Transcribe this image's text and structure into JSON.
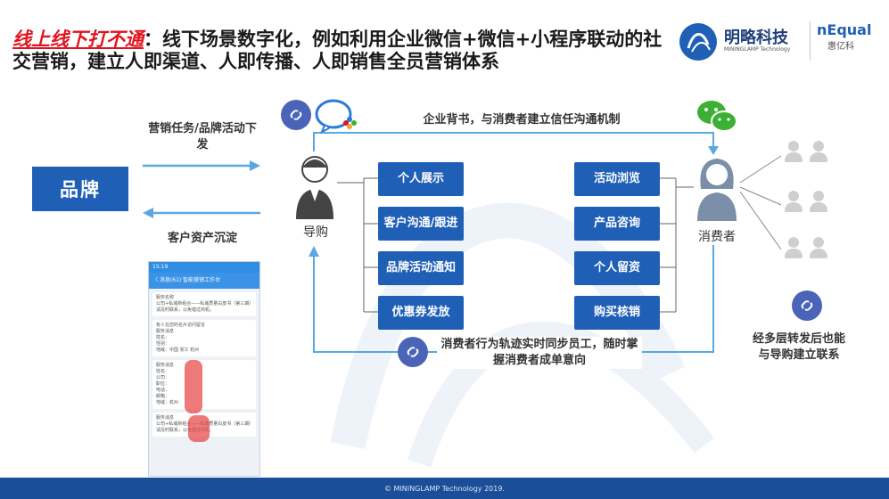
{
  "title": {
    "highlight": "线上线下打不通",
    "rest": "：线下场景数字化，例如利用企业微信+微信+小程序联动的社交营销，建立人即渠道、人即传播、人即销售全员营销体系"
  },
  "logos": {
    "mininglamp_name": "明略科技",
    "mininglamp_sub": "MININGLAMP Technology",
    "nequal_name": "nEqual",
    "nequal_sub": "惠亿科"
  },
  "brand": {
    "label": "品牌"
  },
  "left_flow": {
    "top_label": "营销任务/品牌活动下发",
    "bottom_label": "客户资产沉淀"
  },
  "top_flow": {
    "label": "企业背书，与消费者建立信任沟通机制"
  },
  "guide": {
    "label": "导购"
  },
  "consumer": {
    "label": "消费者"
  },
  "left_buttons": [
    "个人展示",
    "客户沟通/跟进",
    "品牌活动通知",
    "优惠券发放"
  ],
  "right_buttons": [
    "活动浏览",
    "产品咨询",
    "个人留资",
    "购买核销"
  ],
  "bottom_flow": {
    "label": "消费者行为轨迹实时同步员工，随时掌握消费者成单意向"
  },
  "right_note": {
    "label": "经多层转发后也能与导购建立联系"
  },
  "phone": {
    "status": "15:19",
    "nav": "〈 消息(61)    智能营销工作台",
    "card1": [
      "服务名称",
      "公司+私域新组合——私域质量白皮书（第三期）",
      "请及时联系，以免错过商机。"
    ],
    "card2": [
      "有人在您的名片访问留言",
      "服务消息",
      "姓名：",
      "性别：",
      "地域：中国 浙江 杭州"
    ],
    "card3": [
      "服务消息",
      "姓名：",
      "公司：",
      "职位：",
      "电话：",
      "邮箱：",
      "地域：杭州"
    ],
    "card4": [
      "服务消息",
      "公司+私域新组合——私域质量白皮书（第三期）",
      "请及时联系，以免错过商机。"
    ]
  },
  "footer": {
    "text": "© MININGLAMP Technology 2019."
  },
  "colors": {
    "primary": "#1f5fb6",
    "accent_red": "#e0141e",
    "arrow": "#5aa8e0",
    "wechat_green": "#3cb034",
    "link_icon": "#4a64b8"
  }
}
